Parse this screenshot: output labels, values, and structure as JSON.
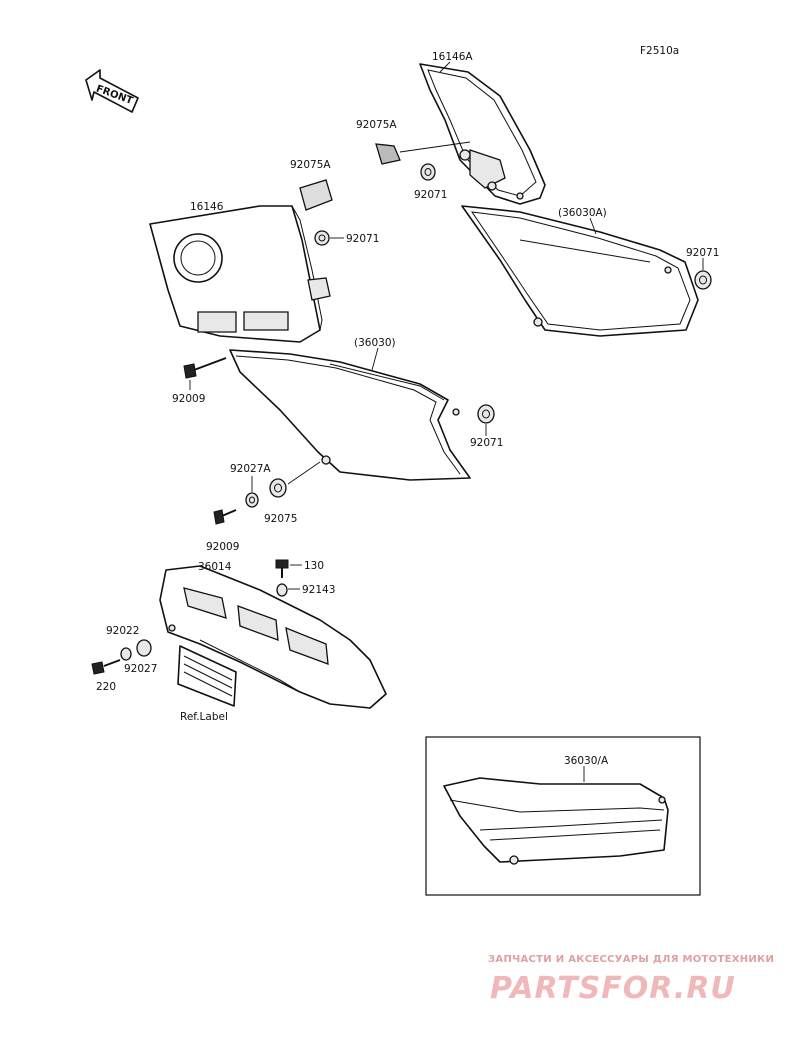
{
  "diagram": {
    "code": "F2510a",
    "front_label": "FRONT",
    "callouts": {
      "p16146A": "16146A",
      "p92075A_top": "92075A",
      "p92071_top": "92071",
      "p36030A": "(36030A)",
      "p92071_right": "92071",
      "p92075A_left": "92075A",
      "p16146": "16146",
      "p92071_left": "92071",
      "p36030": "(36030)",
      "p92009_upper": "92009",
      "p92071_mid": "92071",
      "p92027A": "92027A",
      "p92075": "92075",
      "p92009_lower": "92009",
      "p36014": "36014",
      "p130": "130",
      "p92143": "92143",
      "p92022": "92022",
      "p92027": "92027",
      "p220": "220",
      "ref_label": "Ref.Label",
      "p36030_A_inset": "36030/A"
    }
  },
  "watermark": {
    "tagline": "ЗАПЧАСТИ И АКСЕССУАРЫ ДЛЯ МОТОТЕХНИКИ",
    "brand": "PARTSFOR.RU"
  }
}
